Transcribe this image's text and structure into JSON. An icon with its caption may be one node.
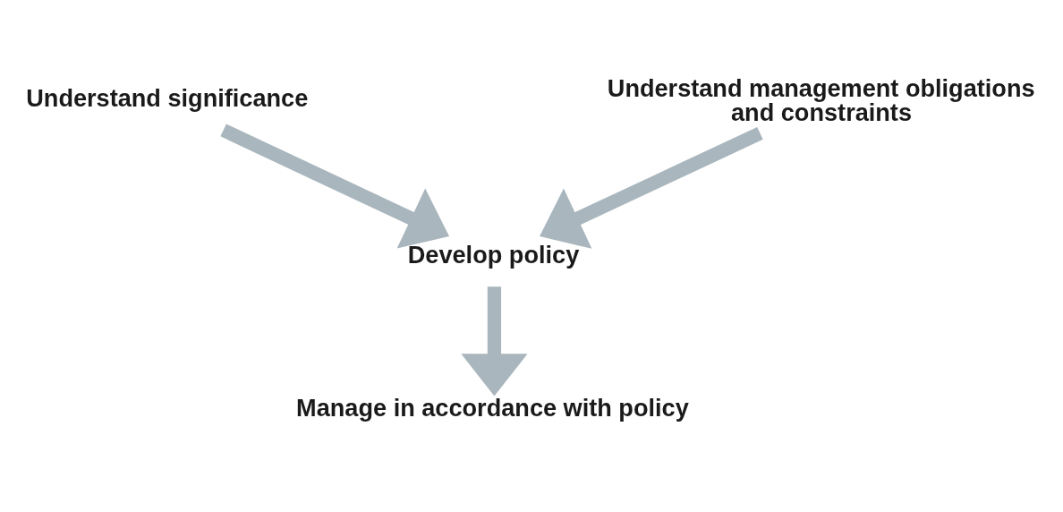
{
  "diagram": {
    "nodes": [
      {
        "text": [
          "Understand significance"
        ]
      },
      {
        "text": [
          "Understand management obligations and constraints"
        ]
      },
      {
        "text": [
          "Develop policy"
        ]
      },
      {
        "text": [
          "Manage in accordance with policy"
        ]
      }
    ],
    "edges": [
      {
        "from": 0,
        "to": 2,
        "arrow": "to"
      },
      {
        "from": 1,
        "to": 2,
        "arrow": "to"
      },
      {
        "from": 2,
        "to": 3,
        "arrow": "to"
      }
    ]
  }
}
